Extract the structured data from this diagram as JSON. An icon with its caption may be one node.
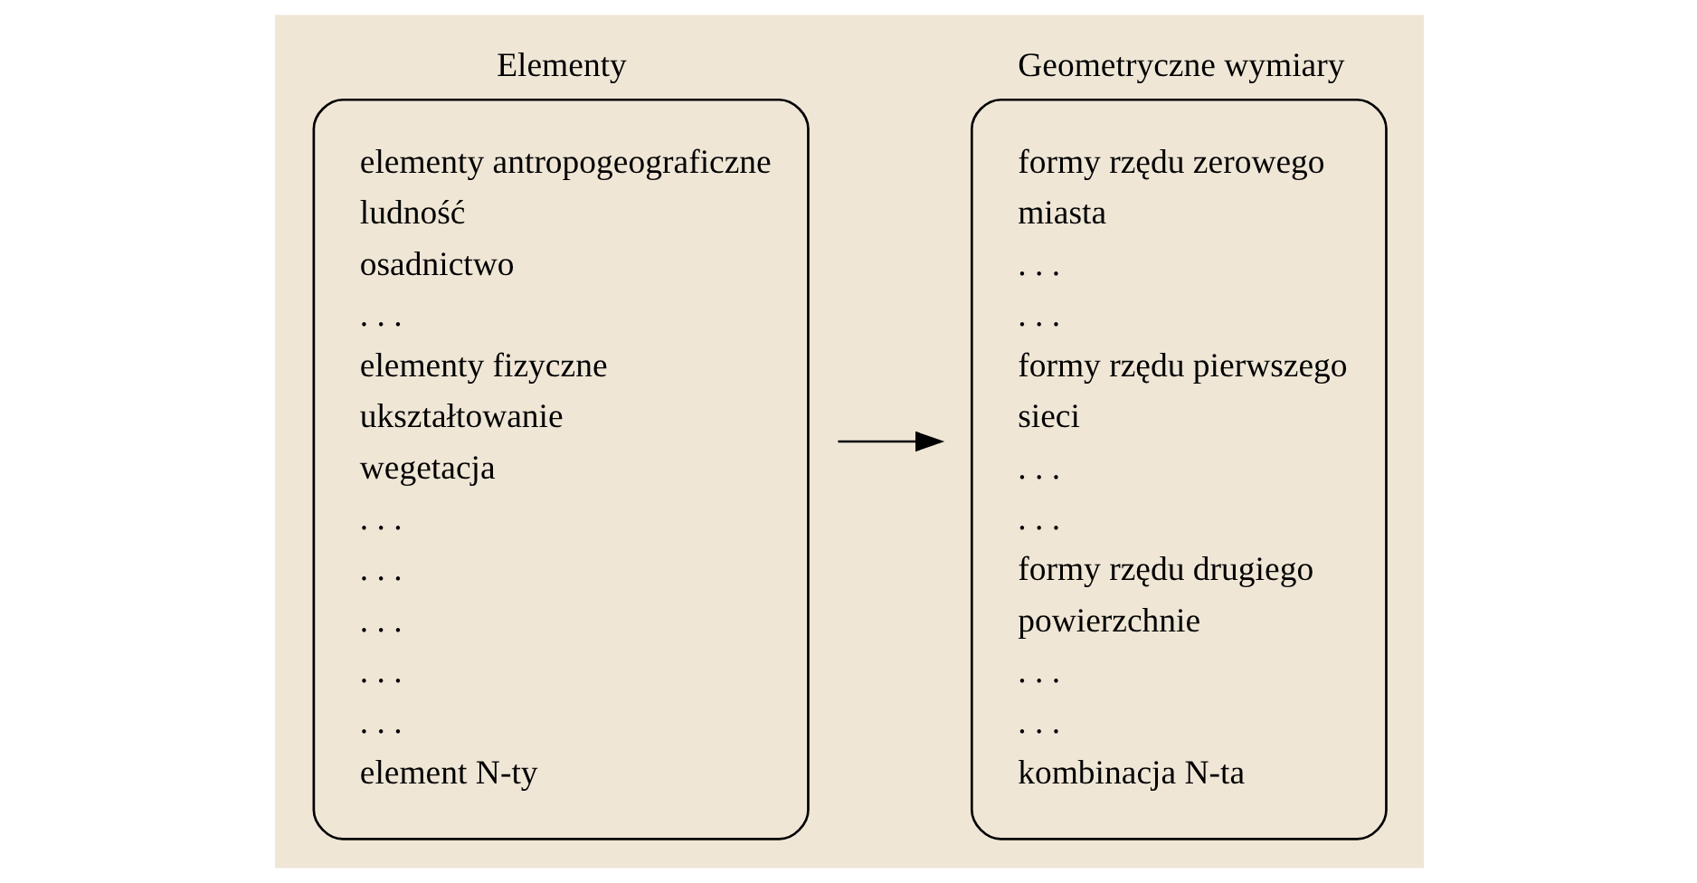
{
  "diagram": {
    "nodes": [
      {
        "text": [
          "Elementy",
          "elementy antropogeograficzne",
          "ludność",
          "osadnictwo",
          ". . .",
          "elementy fizyczne",
          "ukształtowanie",
          "wegetacja",
          ". . .",
          ". . .",
          ". . .",
          ". . .",
          ". . .",
          "element N-ty"
        ]
      },
      {
        "text": [
          "Geometryczne wymiary",
          "formy rzędu zerowego",
          "miasta",
          ". . .",
          ". . .",
          "formy rzędu pierwszego",
          "sieci",
          ". . .",
          ". . .",
          "formy rzędu drugiego",
          "powierzchnie",
          ". . .",
          ". . .",
          "kombinacja N-ta"
        ]
      }
    ],
    "edges": [
      {
        "from": 0,
        "to": 1,
        "arrow": "to"
      }
    ]
  }
}
